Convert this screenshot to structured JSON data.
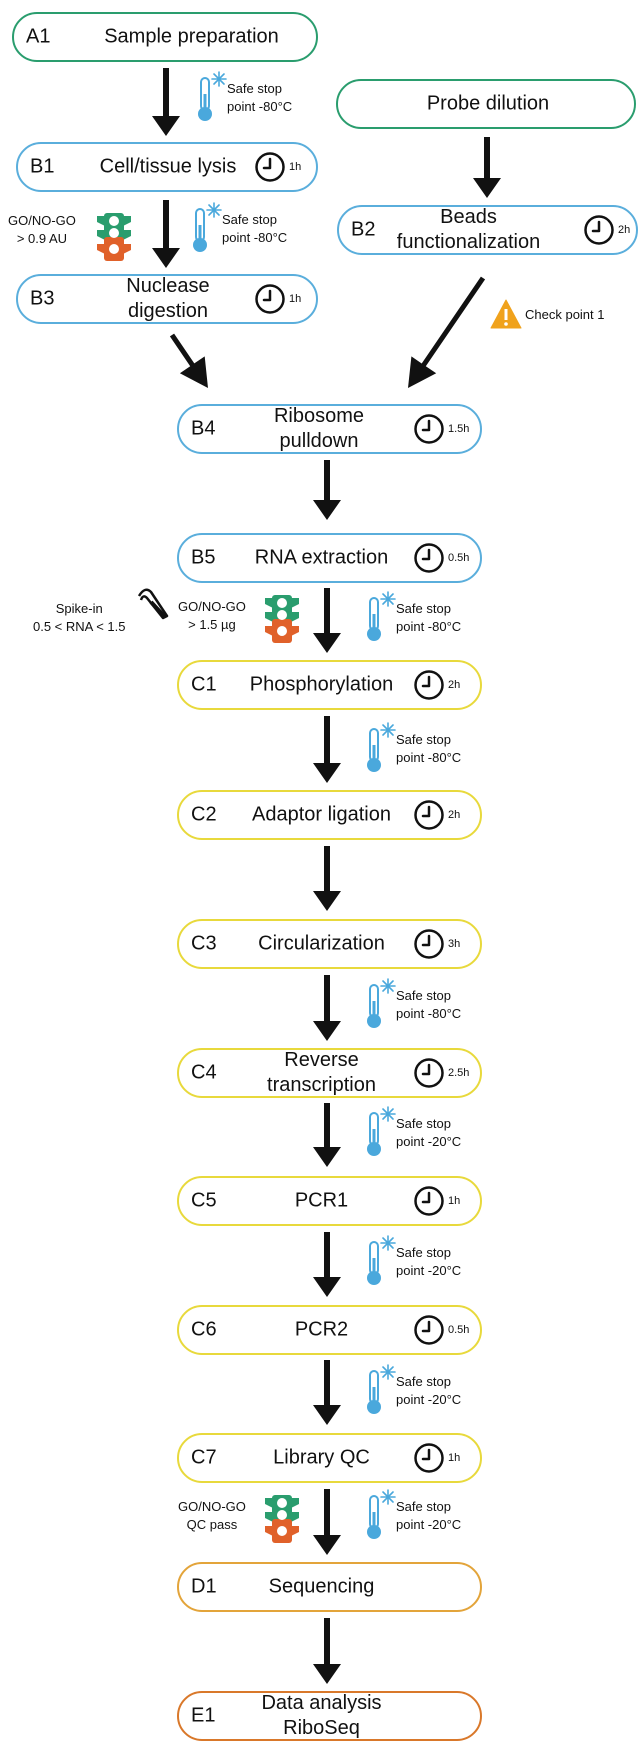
{
  "colors": {
    "green": "#2a9d6e",
    "blue": "#5aaedc",
    "yellow": "#e8d93c",
    "orange": "#e3a43a",
    "dark_orange": "#d9782a",
    "arrow": "#111111",
    "traffic_green": "#2a9d6e",
    "traffic_red": "#e0612a",
    "thermo": "#4aa8dc",
    "warning": "#f0a21c"
  },
  "steps": [
    {
      "id": "A1",
      "code": "A1",
      "title": "Sample preparation",
      "time": "",
      "color": "green"
    },
    {
      "id": "PD",
      "code": "",
      "title": "Probe dilution",
      "time": "",
      "color": "green"
    },
    {
      "id": "B1",
      "code": "B1",
      "title": "Cell/tissue lysis",
      "time": "1h",
      "color": "blue"
    },
    {
      "id": "B2",
      "code": "B2",
      "title": "Beads\nfunctionalization",
      "time": "2h",
      "color": "blue"
    },
    {
      "id": "B3",
      "code": "B3",
      "title": "Nuclease\ndigestion",
      "time": "1h",
      "color": "blue"
    },
    {
      "id": "B4",
      "code": "B4",
      "title": "Ribosome\npulldown",
      "time": "1.5h",
      "color": "blue"
    },
    {
      "id": "B5",
      "code": "B5",
      "title": "RNA extraction",
      "time": "0.5h",
      "color": "blue"
    },
    {
      "id": "C1",
      "code": "C1",
      "title": "Phosphorylation",
      "time": "2h",
      "color": "yellow"
    },
    {
      "id": "C2",
      "code": "C2",
      "title": "Adaptor ligation",
      "time": "2h",
      "color": "yellow"
    },
    {
      "id": "C3",
      "code": "C3",
      "title": "Circularization",
      "time": "3h",
      "color": "yellow"
    },
    {
      "id": "C4",
      "code": "C4",
      "title": "Reverse\ntranscription",
      "time": "2.5h",
      "color": "yellow"
    },
    {
      "id": "C5",
      "code": "C5",
      "title": "PCR1",
      "time": "1h",
      "color": "yellow"
    },
    {
      "id": "C6",
      "code": "C6",
      "title": "PCR2",
      "time": "0.5h",
      "color": "yellow"
    },
    {
      "id": "C7",
      "code": "C7",
      "title": "Library QC",
      "time": "1h",
      "color": "yellow"
    },
    {
      "id": "D1",
      "code": "D1",
      "title": "Sequencing",
      "time": "",
      "color": "orange"
    },
    {
      "id": "E1",
      "code": "E1",
      "title": "Data analysis\nRiboSeq",
      "time": "",
      "color": "dark_orange"
    }
  ],
  "safe_stops": [
    {
      "id": "ss1",
      "text": "Safe stop\npoint -80°C"
    },
    {
      "id": "ss2",
      "text": "Safe stop\npoint -80°C"
    },
    {
      "id": "ss3",
      "text": "Safe stop\npoint -80°C"
    },
    {
      "id": "ss4",
      "text": "Safe stop\npoint -80°C"
    },
    {
      "id": "ss5",
      "text": "Safe stop\npoint -80°C"
    },
    {
      "id": "ss6",
      "text": "Safe stop\npoint -20°C"
    },
    {
      "id": "ss7",
      "text": "Safe stop\npoint -20°C"
    },
    {
      "id": "ss8",
      "text": "Safe stop\npoint -20°C"
    },
    {
      "id": "ss9",
      "text": "Safe stop\npoint -20°C"
    }
  ],
  "go_nogo": [
    {
      "id": "g1",
      "text": "GO/NO-GO\n> 0.9 AU"
    },
    {
      "id": "g2",
      "text": "GO/NO-GO\n> 1.5 µg"
    },
    {
      "id": "g3",
      "text": "GO/NO-GO\nQC pass"
    }
  ],
  "spike_in": {
    "text": "Spike-in\n0.5 < RNA < 1.5"
  },
  "check_point": {
    "text": "Check point 1"
  }
}
